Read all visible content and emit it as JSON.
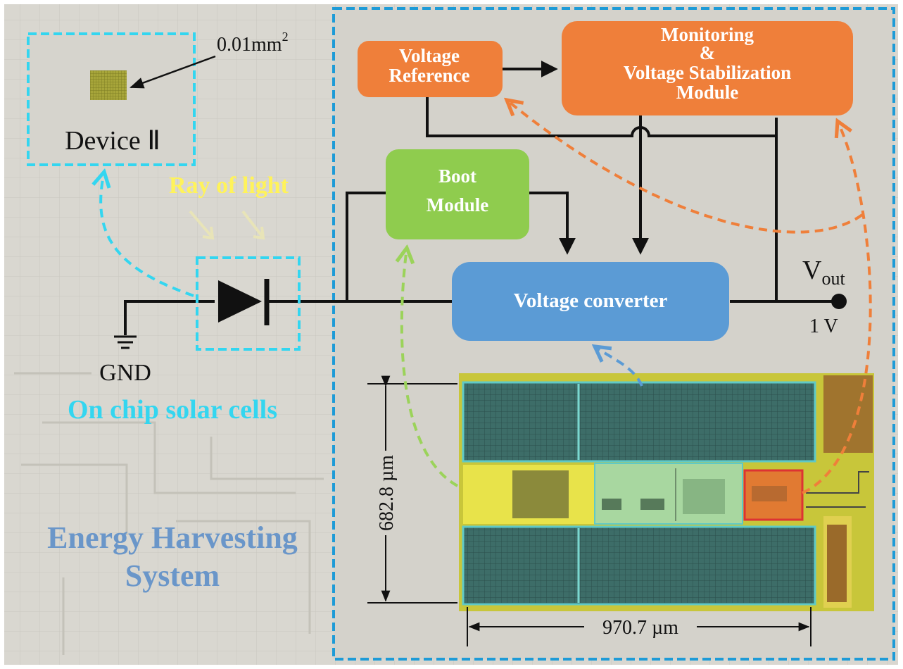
{
  "labels": {
    "area": "0.01mm",
    "area_sup": "2",
    "device": "Device Ⅱ",
    "ray": "Ray of light",
    "gnd": "GND",
    "solar": "On chip solar cells",
    "ehs_line1": "Energy Harvesting",
    "ehs_line2": "System",
    "vout_main": "V",
    "vout_sub": "out",
    "vout_value": "1 V",
    "dim_height": "682.8 µm",
    "dim_width": "970.7 µm"
  },
  "blocks": {
    "vref_line1": "Voltage",
    "vref_line2": "Reference",
    "mon_line1": "Monitoring",
    "mon_line2": "&",
    "mon_line3": "Voltage Stabilization",
    "mon_line4": "Module",
    "boot_line1": "Boot",
    "boot_line2": "Module",
    "conv": "Voltage converter"
  },
  "colors": {
    "cyan": "#33d6f0",
    "orange": "#ef7f3a",
    "green": "#8fcc4e",
    "blue": "#5b9bd5",
    "yellow": "#fff35a",
    "dashed_blue": "#1e9bd7",
    "ehs_text": "#6a96c9"
  }
}
